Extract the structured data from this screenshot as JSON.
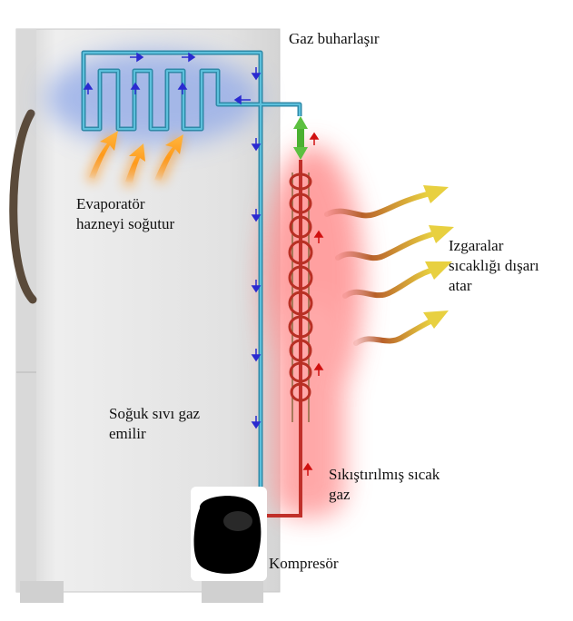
{
  "labels": {
    "gas_evaporates": "Gaz buharlaşır",
    "evaporator_line1": "Evaporatör",
    "evaporator_line2": "hazneyi soğutur",
    "grilles_line1": "Izgaralar",
    "grilles_line2": "sıcaklığı dışarı",
    "grilles_line3": "atar",
    "cold_liquid_line1": "Soğuk sıvı gaz",
    "cold_liquid_line2": "emilir",
    "compressed_line1": "Sıkıştırılmış sıcak",
    "compressed_line2": "gaz",
    "compressor": "Kompresör"
  },
  "colors": {
    "cold_pipe": "#3aa0c0",
    "hot_pipe": "#c0302a",
    "cold_glow": "#8fa8e8",
    "hot_glow": "#ff8080",
    "flow_arrow_cold": "#2a2ad0",
    "flow_arrow_hot": "#d01010",
    "heat_arrow": "#e8d040",
    "valve": "#5cc040",
    "fridge_body": "#e6e6e6",
    "compressor": "#000000"
  },
  "icons": {
    "cold_flow": "arrow-icon",
    "hot_flow": "arrow-up-icon",
    "heat_in": "flame-arrow-icon",
    "heat_out": "wavy-arrow-icon"
  }
}
